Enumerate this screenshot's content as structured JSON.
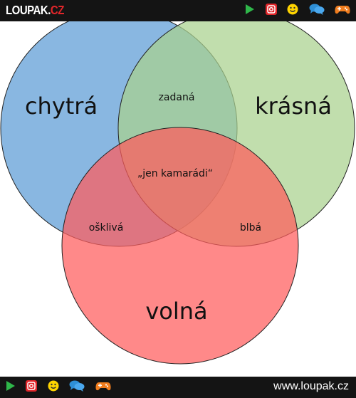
{
  "header": {
    "logo_main": "LOUPAK.",
    "logo_tld": "CZ",
    "icons": [
      "play-icon",
      "instagram-icon",
      "smiley-icon",
      "chat-icon",
      "gamepad-icon"
    ]
  },
  "diagram": {
    "sets": [
      {
        "label": "chytrá",
        "color": "#5b9bd5"
      },
      {
        "label": "krásná",
        "color": "#a9d18e"
      },
      {
        "label": "volná",
        "color": "#ff5b5b"
      }
    ],
    "regions": {
      "smart_beautiful": "zadaná",
      "smart_free": "ošklivá",
      "beautiful_free": "blbá",
      "all": "„jen kamarádi“"
    }
  },
  "footer": {
    "url": "www.loupak.cz",
    "icons": [
      "play-icon",
      "instagram-icon",
      "smiley-icon",
      "chat-icon",
      "gamepad-icon"
    ]
  }
}
